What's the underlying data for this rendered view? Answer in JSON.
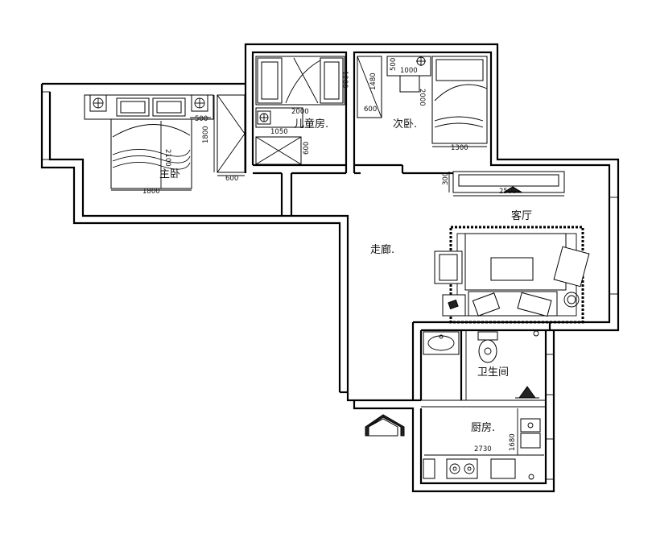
{
  "rooms": {
    "master_bedroom": "主卧",
    "kids_room": "儿童房.",
    "second_bedroom": "次卧.",
    "living_room": "客厅",
    "corridor": "走廊.",
    "bathroom": "卫生间",
    "kitchen": "厨房."
  },
  "dimensions": {
    "master_bed_width": "1800",
    "master_bed_length": "2100",
    "master_wardrobe_length": "1800",
    "master_wardrobe_depth": "600",
    "master_nightstand": "500",
    "kids_bed_length": "2000",
    "kids_bed_width": "1200",
    "kids_desk": "1050",
    "kids_wardrobe": "600",
    "second_desk_width": "1000",
    "second_desk_depth": "500",
    "second_wardrobe_length": "1480",
    "second_wardrobe_depth": "600",
    "second_bed_length": "2000",
    "second_bed_width": "1300",
    "tv_cabinet_length": "2500",
    "tv_cabinet_depth": "300",
    "kitchen_counter_length": "2730",
    "kitchen_side_length": "1680"
  }
}
